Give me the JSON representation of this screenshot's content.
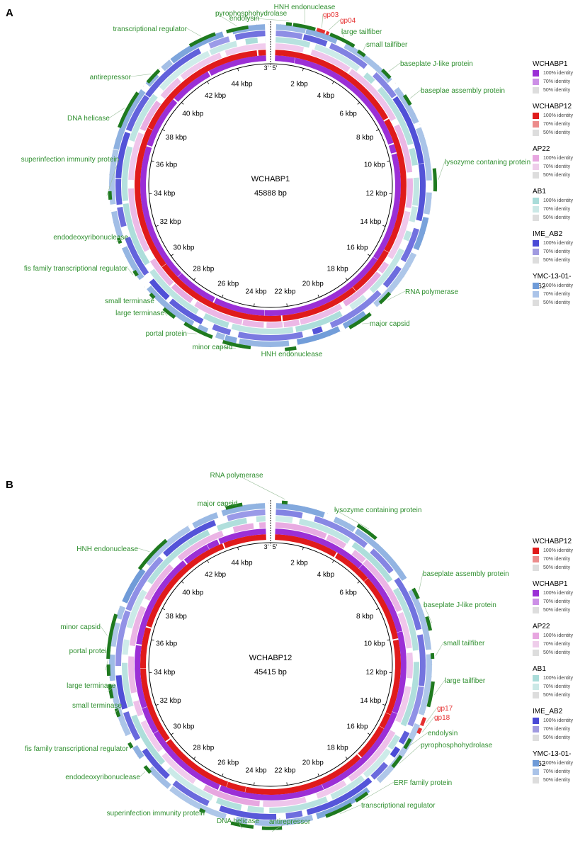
{
  "panels": [
    {
      "letter": "A",
      "center_label": "WCHABP1",
      "center_bp": "45888 bp",
      "tick_labels": [
        "2 kbp",
        "4 kbp",
        "6 kbp",
        "8 kbp",
        "10 kbp",
        "12 kbp",
        "14 kbp",
        "16 kbp",
        "18 kbp",
        "20 kbp",
        "22 kbp",
        "24 kbp",
        "26 kbp",
        "28 kbp",
        "30 kbp",
        "32 kbp",
        "34 kbp",
        "36 kbp",
        "38 kbp",
        "40 kbp",
        "42 kbp",
        "44 kbp"
      ],
      "origin_labels": [
        "3'",
        "5'"
      ],
      "genes": [
        {
          "label": "endolysin",
          "color": "#2f8f2f"
        },
        {
          "label": "HNH endonuclease",
          "color": "#2f8f2f"
        },
        {
          "label": "gp03",
          "color": "#e53030"
        },
        {
          "label": "gp04",
          "color": "#e53030"
        },
        {
          "label": "large tailfiber",
          "color": "#2f8f2f"
        },
        {
          "label": "small tailfiber",
          "color": "#2f8f2f"
        },
        {
          "label": "baseplate J-like protein",
          "color": "#2f8f2f"
        },
        {
          "label": "baseplae assembly protein",
          "color": "#2f8f2f"
        },
        {
          "label": "lysozyme contaning protein",
          "color": "#2f8f2f"
        },
        {
          "label": "RNA polymerase",
          "color": "#2f8f2f"
        },
        {
          "label": "major capsid",
          "color": "#2f8f2f"
        },
        {
          "label": "HNH endonuclease",
          "color": "#2f8f2f"
        },
        {
          "label": "minor capsid",
          "color": "#2f8f2f"
        },
        {
          "label": "portal protein",
          "color": "#2f8f2f"
        },
        {
          "label": "large terminase",
          "color": "#2f8f2f"
        },
        {
          "label": "small terminase",
          "color": "#2f8f2f"
        },
        {
          "label": "fis family transcriptional regulator",
          "color": "#2f8f2f"
        },
        {
          "label": "endodeoxyribonuclease",
          "color": "#2f8f2f"
        },
        {
          "label": "superinfection immunity protein",
          "color": "#2f8f2f"
        },
        {
          "label": "DNA helicase",
          "color": "#2f8f2f"
        },
        {
          "label": "antirepressor",
          "color": "#2f8f2f"
        },
        {
          "label": "transcriptional regulator",
          "color": "#2f8f2f"
        },
        {
          "label": "pyrophosphohydrolase",
          "color": "#2f8f2f"
        }
      ],
      "legend": [
        {
          "name": "WCHABP1",
          "swatches": [
            "#9b2fd6",
            "#cc8fe6",
            "#dddddd"
          ]
        },
        {
          "name": "WCHABP12",
          "swatches": [
            "#e01b1b",
            "#ec8c8c",
            "#dddddd"
          ]
        },
        {
          "name": "AP22",
          "swatches": [
            "#e7a6e0",
            "#eecdea",
            "#dddddd"
          ]
        },
        {
          "name": "AB1",
          "swatches": [
            "#a9dcd9",
            "#cbe8e6",
            "#dddddd"
          ]
        },
        {
          "name": "IME_AB2",
          "swatches": [
            "#4a4ad6",
            "#a09ae0",
            "#dddddd"
          ]
        },
        {
          "name": "YMC-13-01-C62",
          "swatches": [
            "#6f9bd8",
            "#aac3e8",
            "#dddddd"
          ]
        }
      ]
    },
    {
      "letter": "B",
      "center_label": "WCHABP12",
      "center_bp": "45415 bp",
      "tick_labels": [
        "2 kbp",
        "4 kbp",
        "6 kbp",
        "8 kbp",
        "10 kbp",
        "12 kbp",
        "14 kbp",
        "16 kbp",
        "18 kbp",
        "20 kbp",
        "22 kbp",
        "24 kbp",
        "26 kbp",
        "28 kbp",
        "30 kbp",
        "32 kbp",
        "34 kbp",
        "36 kbp",
        "38 kbp",
        "40 kbp",
        "42 kbp",
        "44 kbp"
      ],
      "origin_labels": [
        "3'",
        "5'"
      ],
      "genes": [
        {
          "label": "RNA polymerase",
          "color": "#2f8f2f"
        },
        {
          "label": "lysozyme containing protein",
          "color": "#2f8f2f"
        },
        {
          "label": "baseplate assembly protein",
          "color": "#2f8f2f"
        },
        {
          "label": "baseplate J-like protein",
          "color": "#2f8f2f"
        },
        {
          "label": "small tailfiber",
          "color": "#2f8f2f"
        },
        {
          "label": "large tailfiber",
          "color": "#2f8f2f"
        },
        {
          "label": "gp17",
          "color": "#e53030"
        },
        {
          "label": "gp18",
          "color": "#e53030"
        },
        {
          "label": "endolysin",
          "color": "#2f8f2f"
        },
        {
          "label": "pyrophosphohydrolase",
          "color": "#2f8f2f"
        },
        {
          "label": "ERF family protein",
          "color": "#2f8f2f"
        },
        {
          "label": "transcriptional regulator",
          "color": "#2f8f2f"
        },
        {
          "label": "antirepressor",
          "color": "#2f8f2f"
        },
        {
          "label": "DNA helicase",
          "color": "#2f8f2f"
        },
        {
          "label": "superinfection immunity protein",
          "color": "#2f8f2f"
        },
        {
          "label": "endodeoxyribonuclease",
          "color": "#2f8f2f"
        },
        {
          "label": "fis family transcriptional regulator",
          "color": "#2f8f2f"
        },
        {
          "label": "small terminase",
          "color": "#2f8f2f"
        },
        {
          "label": "large terminase",
          "color": "#2f8f2f"
        },
        {
          "label": "portal protein",
          "color": "#2f8f2f"
        },
        {
          "label": "minor capsid",
          "color": "#2f8f2f"
        },
        {
          "label": "HNH endonuclease",
          "color": "#2f8f2f"
        },
        {
          "label": "major capsid",
          "color": "#2f8f2f"
        }
      ],
      "legend": [
        {
          "name": "WCHABP12",
          "swatches": [
            "#e01b1b",
            "#ec8c8c",
            "#dddddd"
          ]
        },
        {
          "name": "WCHABP1",
          "swatches": [
            "#9b2fd6",
            "#cc8fe6",
            "#dddddd"
          ]
        },
        {
          "name": "AP22",
          "swatches": [
            "#e7a6e0",
            "#eecdea",
            "#dddddd"
          ]
        },
        {
          "name": "AB1",
          "swatches": [
            "#a9dcd9",
            "#cbe8e6",
            "#dddddd"
          ]
        },
        {
          "name": "IME_AB2",
          "swatches": [
            "#4a4ad6",
            "#a09ae0",
            "#dddddd"
          ]
        },
        {
          "name": "YMC-13-01-C62",
          "swatches": [
            "#6f9bd8",
            "#aac3e8",
            "#dddddd"
          ]
        }
      ]
    }
  ],
  "legend_levels": [
    "100% identity",
    "70% identity",
    "50% identity"
  ]
}
